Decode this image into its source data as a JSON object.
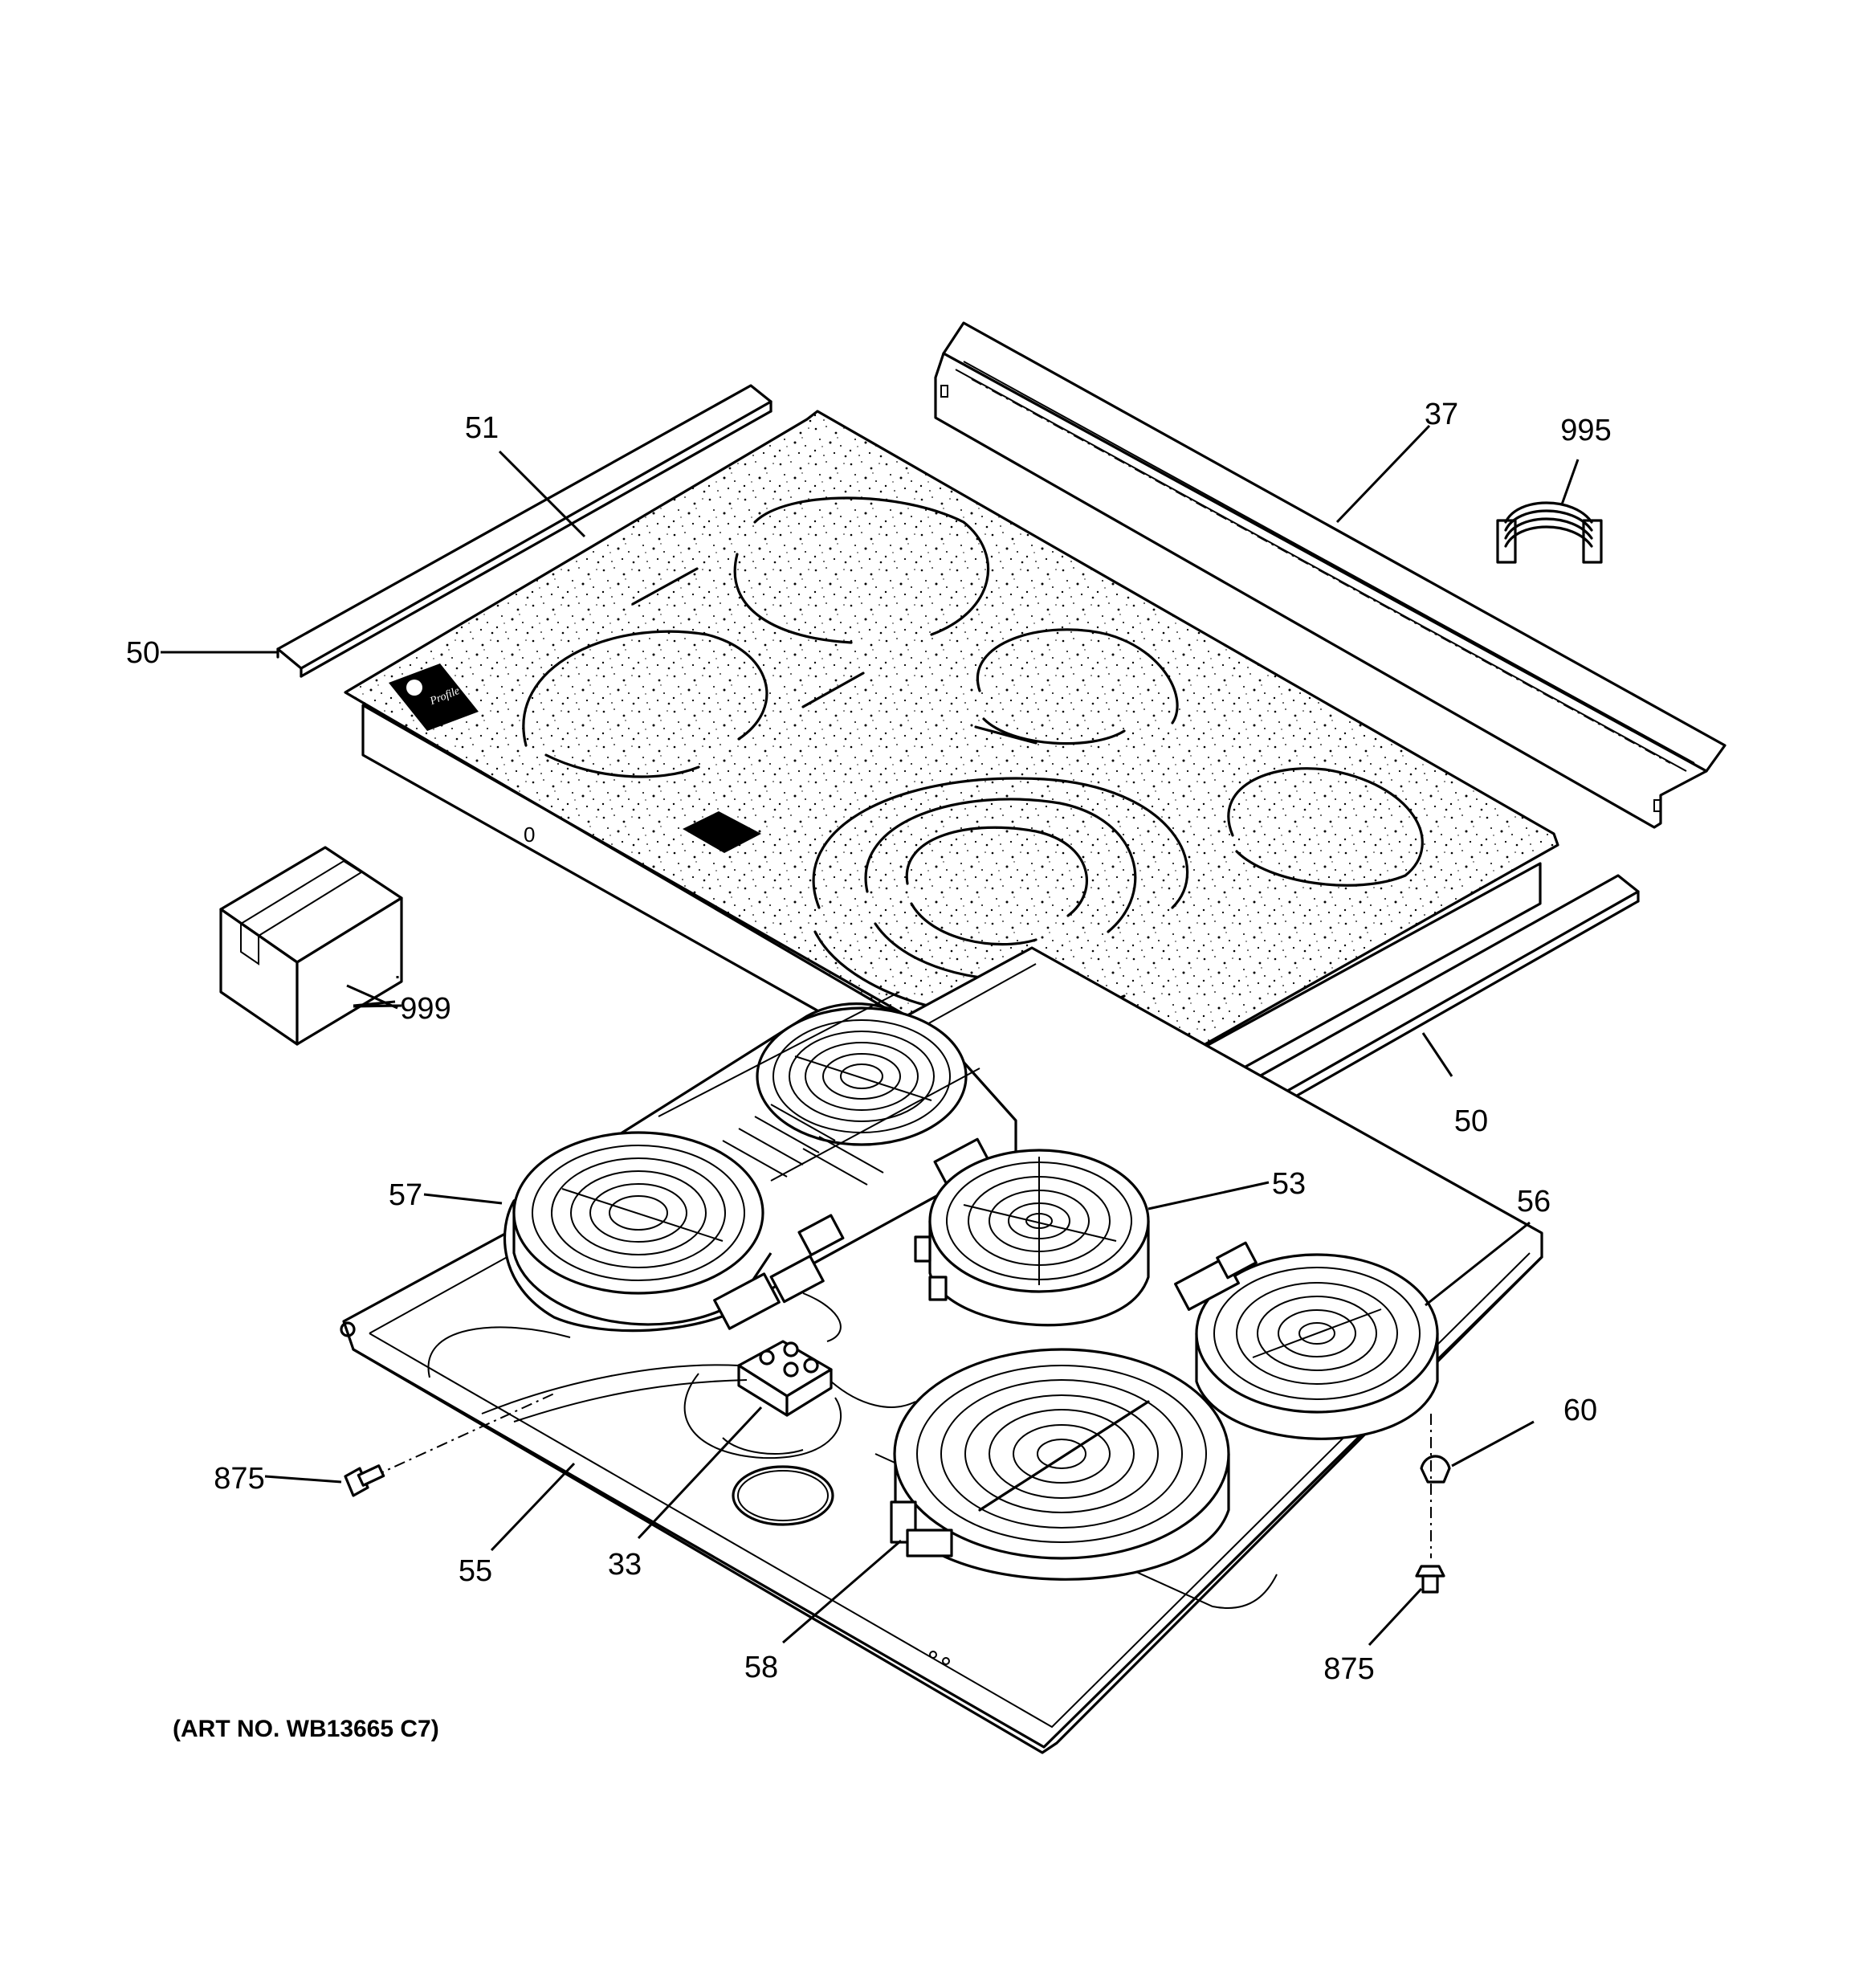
{
  "diagram": {
    "art_number": "(ART NO. WB13665 C7)",
    "logo_text": "Profile",
    "callouts": [
      {
        "id": "c51",
        "label": "51"
      },
      {
        "id": "c37",
        "label": "37"
      },
      {
        "id": "c995",
        "label": "995"
      },
      {
        "id": "c50a",
        "label": "50"
      },
      {
        "id": "c999",
        "label": "999"
      },
      {
        "id": "c50b",
        "label": "50"
      },
      {
        "id": "c57",
        "label": "57"
      },
      {
        "id": "c53",
        "label": "53"
      },
      {
        "id": "c56",
        "label": "56"
      },
      {
        "id": "c60",
        "label": "60"
      },
      {
        "id": "c875a",
        "label": "875"
      },
      {
        "id": "c55",
        "label": "55"
      },
      {
        "id": "c33",
        "label": "33"
      },
      {
        "id": "c58",
        "label": "58"
      },
      {
        "id": "c875b",
        "label": "875"
      }
    ]
  }
}
